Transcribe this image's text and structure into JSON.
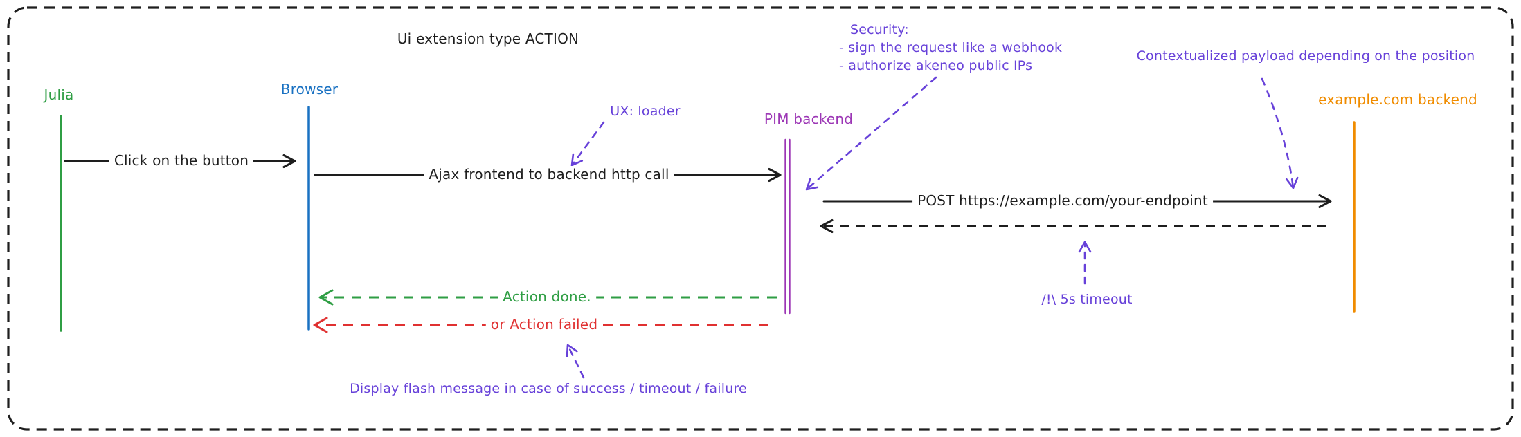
{
  "title": "Ui extension type ACTION",
  "actors": [
    {
      "label": "Julia",
      "color": "#2f9e44"
    },
    {
      "label": "Browser",
      "color": "#1971c2"
    },
    {
      "label": "PIM backend",
      "color": "#9c36b5"
    },
    {
      "label": "example.com backend",
      "color": "#f08c00"
    }
  ],
  "messages": {
    "click": {
      "label": "Click on the button",
      "style": "solid",
      "color": "#1e1e1e"
    },
    "ajax": {
      "label": "Ajax frontend to backend http call",
      "style": "solid",
      "color": "#1e1e1e"
    },
    "post": {
      "label": "POST https://example.com/your-endpoint",
      "style": "solid",
      "color": "#1e1e1e"
    },
    "response": {
      "label": "",
      "style": "dashed",
      "color": "#1e1e1e"
    },
    "action_done": {
      "label": "Action done.",
      "style": "dashed",
      "color": "#2f9e44"
    },
    "action_failed": {
      "label": "or Action failed",
      "style": "dashed",
      "color": "#e03131"
    }
  },
  "annotations": {
    "ux_loader": {
      "label": "UX: loader",
      "color": "#6741d9"
    },
    "security": {
      "lines": [
        "Security:",
        "- sign the request like a webhook",
        "- authorize akeneo public IPs"
      ],
      "color": "#6741d9"
    },
    "contextualized": {
      "label": "Contextualized payload depending on the position",
      "color": "#6741d9"
    },
    "timeout": {
      "label": "/!\\ 5s timeout",
      "color": "#6741d9"
    },
    "flash": {
      "label": "Display flash message in case of success / timeout / failure",
      "color": "#6741d9"
    }
  },
  "colors": {
    "ink": "#1e1e1e",
    "green": "#2f9e44",
    "blue": "#1971c2",
    "violet": "#9c36b5",
    "orange": "#f08c00",
    "annotation": "#6741d9",
    "red": "#e03131",
    "background": "#ffffff"
  }
}
